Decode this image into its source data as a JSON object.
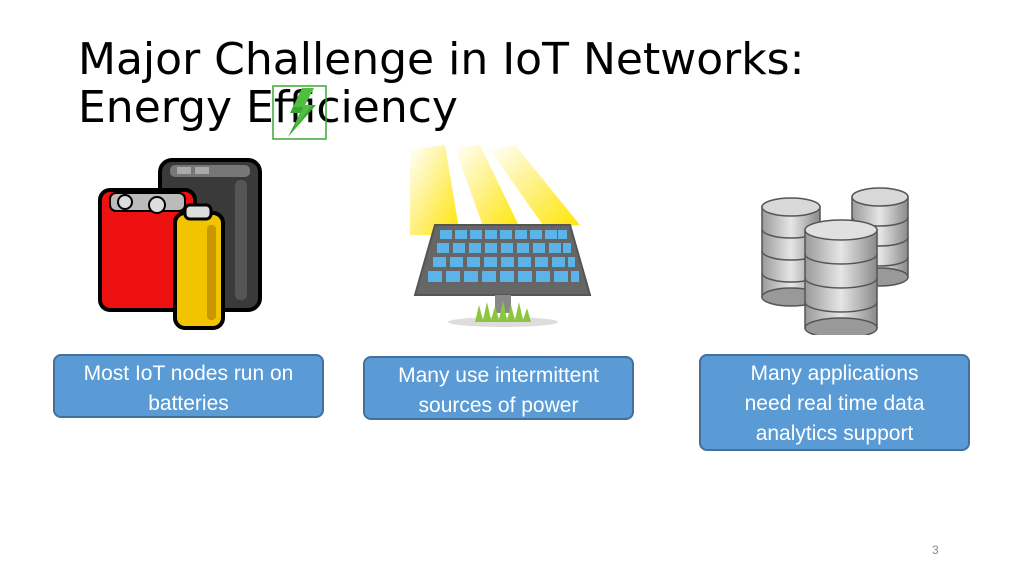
{
  "slide": {
    "title_line1": "Major Challenge in IoT Networks:",
    "title_line2": "Energy Efficiency",
    "page_number": "3"
  },
  "callouts": [
    {
      "text": "Most IoT nodes run on batteries"
    },
    {
      "text": "Many use intermittent sources of power"
    },
    {
      "text": "Many applications need real time data analytics support"
    }
  ],
  "colors": {
    "callout_fill": "#5b9bd5",
    "callout_border": "#41719c",
    "bolt_green": "#3aa830"
  },
  "icons": [
    "lightning-bolt-icon",
    "batteries-illustration",
    "solar-panel-illustration",
    "database-cylinders-illustration"
  ]
}
